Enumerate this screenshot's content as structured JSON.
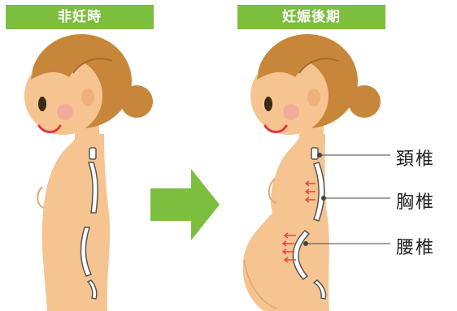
{
  "header": {
    "before_label": "非妊時",
    "after_label": "妊娠後期"
  },
  "spine_labels": {
    "cervical": "頚椎",
    "thoracic": "胸椎",
    "lumbar": "腰椎"
  },
  "colors": {
    "label_bg": "#7cbe3e",
    "arrow": "#7cbe3e",
    "skin": "#f6c490",
    "hair": "#c8863a",
    "hair_dark": "#a86a28",
    "spine_outline": "#555555",
    "force_arrows": "#e8454a"
  }
}
